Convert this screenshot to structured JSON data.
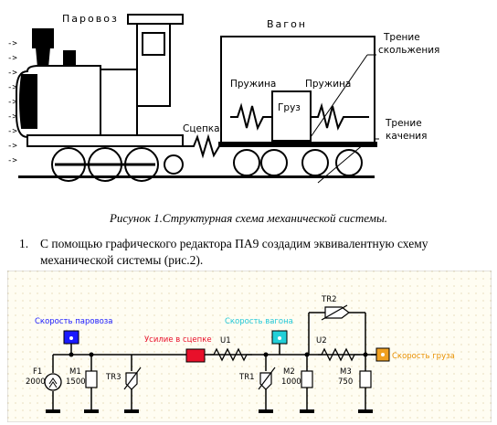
{
  "figure1": {
    "locomotive_label": "Паровоз",
    "wagon_label": "Вагон",
    "spring_left_label": "Пружина",
    "spring_right_label": "Пружина",
    "cargo_label": "Груз",
    "coupling_label": "Сцепка",
    "sliding_friction_label_1": "Трение",
    "sliding_friction_label_2": "скольжения",
    "rolling_friction_label_1": "Трение",
    "rolling_friction_label_2": "качения",
    "arrow_glyph": "->",
    "caption": "Рисунок 1.Структурная схема механической системы."
  },
  "paragraph": {
    "number": "1.",
    "text": "С помощью графического редактора ПА9 создадим эквивалентную схему механической системы (рис.2)."
  },
  "figure2": {
    "loco_speed_label": "Скорость паровоза",
    "coupling_force_label": "Усилие в сцепке",
    "wagon_speed_label": "Скорость вагона",
    "cargo_speed_label": "Скорость груза",
    "U1": "U1",
    "U2": "U2",
    "TR1": "TR1",
    "TR2": "TR2",
    "TR3": "TR3",
    "F1": "F1",
    "F1_value": "2000",
    "M1": "M1",
    "M1_value": "1500",
    "M2": "M2",
    "M2_value": "1000",
    "M3": "M3",
    "M3_value": "750",
    "colors": {
      "loco_speed": "#1a1aff",
      "coupling_force": "#e8102a",
      "wagon_speed": "#22cfd8",
      "cargo_speed": "#f0a020",
      "label_blue": "#1a1aff",
      "label_red": "#e8102a",
      "label_cyan": "#22c8d8",
      "label_orange": "#e89000"
    }
  }
}
